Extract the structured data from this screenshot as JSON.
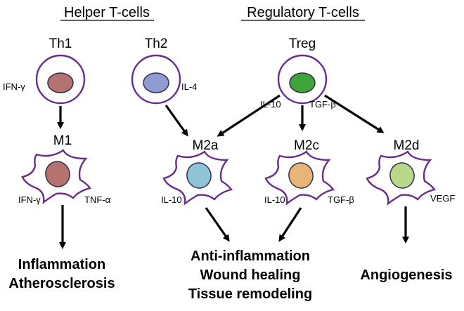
{
  "headers": {
    "helper": "Helper T-cells",
    "regulatory": "Regulatory T-cells"
  },
  "tcells": {
    "th1": {
      "label": "Th1",
      "cytokine": "IFN-γ"
    },
    "th2": {
      "label": "Th2",
      "cytokine": "IL-4"
    },
    "treg": {
      "label": "Treg",
      "cytokine_left": "IL-10",
      "cytokine_right": "TGF-β"
    }
  },
  "macrophages": {
    "m1": {
      "label": "M1",
      "cytokine_left": "IFN-γ",
      "cytokine_right": "TNF-α"
    },
    "m2a": {
      "label": "M2a",
      "cytokine": "IL-10"
    },
    "m2c": {
      "label": "M2c",
      "cytokine_left": "IL-10",
      "cytokine_right": "TGF-β"
    },
    "m2d": {
      "label": "M2d",
      "cytokine": "VEGF"
    }
  },
  "outcomes": {
    "m1": [
      "Inflammation",
      "Atherosclerosis"
    ],
    "m2": [
      "Anti-inflammation",
      "Wound healing",
      "Tissue remodeling"
    ],
    "m2d": [
      "Angiogenesis"
    ]
  },
  "colors": {
    "outline": "#6a2c8c",
    "th1_nucleus": "#b5736f",
    "th2_nucleus": "#8f9cd3",
    "treg_nucleus": "#3ea53a",
    "m1_nucleus": "#b5736f",
    "m2a_nucleus": "#8fc4d8",
    "m2c_nucleus": "#e8b478",
    "m2d_nucleus": "#b8d88a"
  }
}
